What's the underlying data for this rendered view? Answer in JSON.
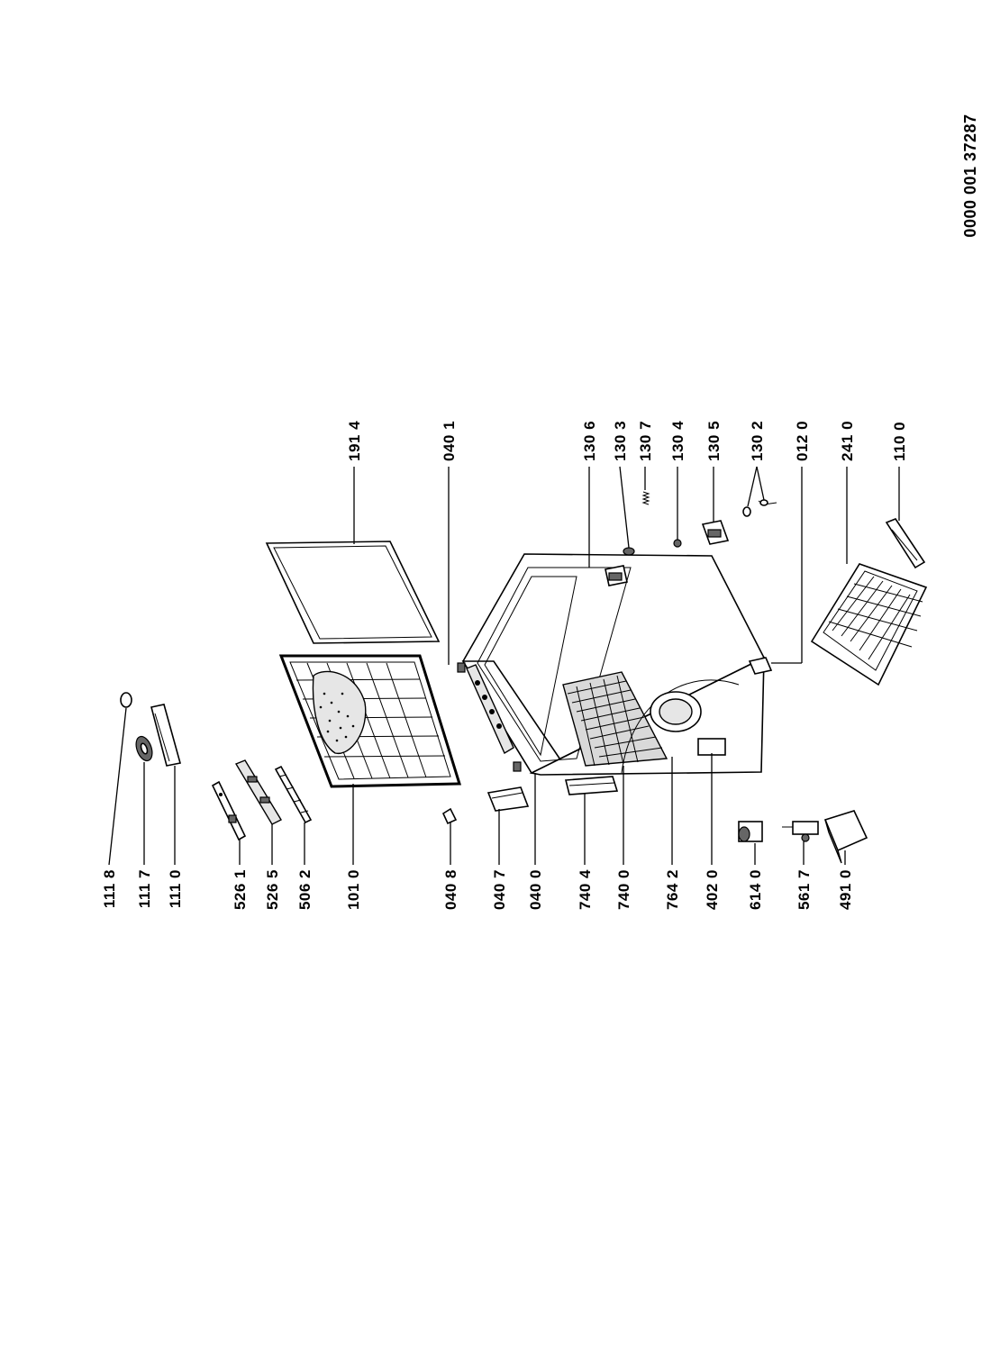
{
  "document_id": "0000 001 37287",
  "part_labels": {
    "p1118": "111 8",
    "p1117": "111 7",
    "p1110": "111 0",
    "p5261": "526 1",
    "p5265": "526 5",
    "p5062": "506 2",
    "p1010": "101 0",
    "p0408": "040 8",
    "p0407": "040 7",
    "p0400": "040 0",
    "p7404": "740 4",
    "p7400": "740 0",
    "p7642": "764 2",
    "p4020": "402 0",
    "p6140": "614 0",
    "p5617": "561 7",
    "p4910": "491 0",
    "p1914": "191 4",
    "p0401": "040 1",
    "p1306": "130 6",
    "p1303": "130 3",
    "p1307": "130 7",
    "p1304": "130 4",
    "p1305": "130 5",
    "p1302": "130 2",
    "p0120": "012 0",
    "p2410": "241 0",
    "p1100": "110 0"
  }
}
